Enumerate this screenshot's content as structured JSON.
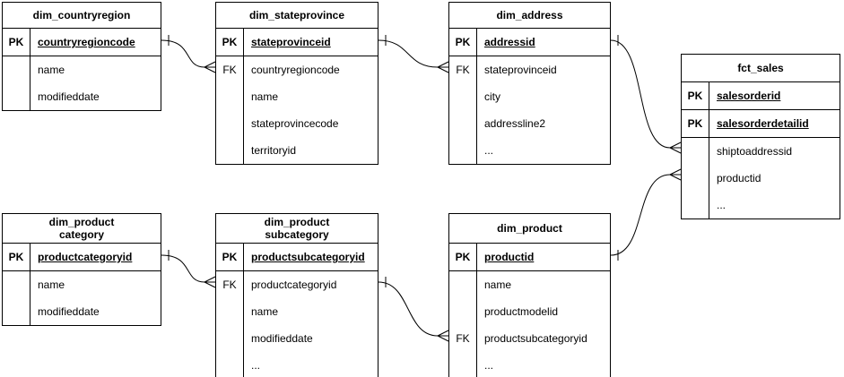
{
  "diagram": {
    "type": "entity-relationship",
    "colors": {
      "line": "#000000",
      "background": "#ffffff",
      "text": "#000000"
    }
  },
  "tables": {
    "countryregion": {
      "title": "dim_countryregion",
      "rows": [
        {
          "key": "PK",
          "field": "countryregioncode"
        },
        {
          "key": "",
          "field": "name"
        },
        {
          "key": "",
          "field": "modifieddate"
        }
      ]
    },
    "stateprovince": {
      "title": "dim_stateprovince",
      "rows": [
        {
          "key": "PK",
          "field": "stateprovinceid"
        },
        {
          "key": "FK",
          "field": "countryregioncode"
        },
        {
          "key": "",
          "field": "name"
        },
        {
          "key": "",
          "field": "stateprovincecode"
        },
        {
          "key": "",
          "field": "territoryid"
        }
      ]
    },
    "address": {
      "title": "dim_address",
      "rows": [
        {
          "key": "PK",
          "field": "addressid"
        },
        {
          "key": "FK",
          "field": "stateprovinceid"
        },
        {
          "key": "",
          "field": "city"
        },
        {
          "key": "",
          "field": "addressline2"
        },
        {
          "key": "",
          "field": "..."
        }
      ]
    },
    "sales": {
      "title": "fct_sales",
      "rows": [
        {
          "key": "PK",
          "field": "salesorderid"
        },
        {
          "key": "PK",
          "field": "salesorderdetailid"
        },
        {
          "key": "",
          "field": "shiptoaddressid"
        },
        {
          "key": "",
          "field": "productid"
        },
        {
          "key": "",
          "field": "..."
        }
      ]
    },
    "category": {
      "title": "dim_product\ncategory",
      "rows": [
        {
          "key": "PK",
          "field": "productcategoryid"
        },
        {
          "key": "",
          "field": "name"
        },
        {
          "key": "",
          "field": "modifieddate"
        }
      ]
    },
    "subcategory": {
      "title": "dim_product\nsubcategory",
      "rows": [
        {
          "key": "PK",
          "field": "productsubcategoryid"
        },
        {
          "key": "FK",
          "field": "productcategoryid"
        },
        {
          "key": "",
          "field": "name"
        },
        {
          "key": "",
          "field": "modifieddate"
        },
        {
          "key": "",
          "field": "..."
        }
      ]
    },
    "product": {
      "title": "dim_product",
      "rows": [
        {
          "key": "PK",
          "field": "productid"
        },
        {
          "key": "",
          "field": "name"
        },
        {
          "key": "",
          "field": "productmodelid"
        },
        {
          "key": "FK",
          "field": "productsubcategoryid"
        },
        {
          "key": "",
          "field": "..."
        }
      ]
    }
  },
  "relationships": [
    {
      "from": "dim_countryregion.countryregioncode",
      "to": "dim_stateprovince.countryregioncode",
      "cardinality": "one-to-many"
    },
    {
      "from": "dim_stateprovince.stateprovinceid",
      "to": "dim_address.stateprovinceid",
      "cardinality": "one-to-many"
    },
    {
      "from": "dim_address.addressid",
      "to": "fct_sales.shiptoaddressid",
      "cardinality": "one-to-many"
    },
    {
      "from": "dim_product.productid",
      "to": "fct_sales.productid",
      "cardinality": "one-to-many"
    },
    {
      "from": "dim_productcategory.productcategoryid",
      "to": "dim_productsubcategory.productcategoryid",
      "cardinality": "one-to-many"
    },
    {
      "from": "dim_productsubcategory.productsubcategoryid",
      "to": "dim_product.productsubcategoryid",
      "cardinality": "one-to-many"
    }
  ]
}
